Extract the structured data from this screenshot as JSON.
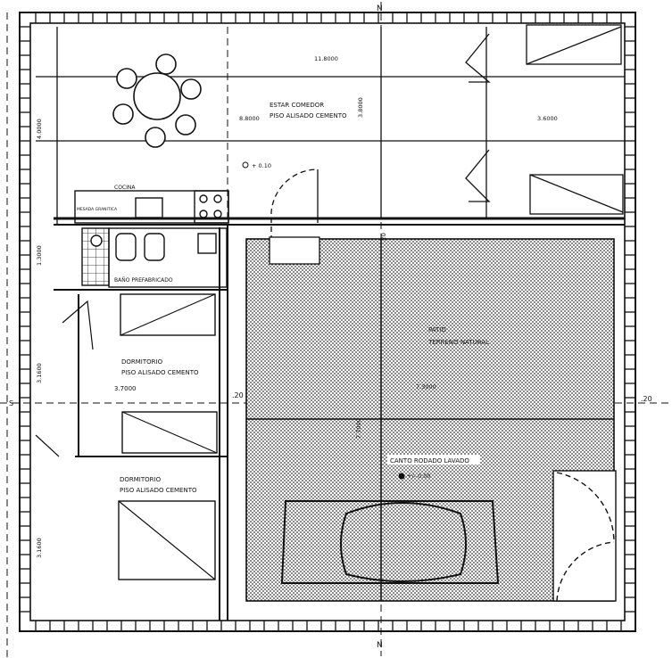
{
  "labels": {
    "living_name": "ESTAR COMEDOR",
    "living_floor": "PISO ALISADO CEMENTO",
    "cocina": "COCINA",
    "mesada": "MESADA GRANITICA",
    "bano": "BAÑO PREFABRICADO",
    "dorm1_name": "DORMITORIO",
    "dorm1_floor": "PISO ALISADO CEMENTO",
    "dorm2_name": "DORMITORIO",
    "dorm2_floor": "PISO ALISADO CEMENTO",
    "patio": "PATIO",
    "terreno": "TERRENO NATURAL",
    "canto": "CANTO RODADO LAVADO"
  },
  "dimensions": {
    "top_width": "11.8000",
    "living_left_width": "8.8000",
    "living_right_width": "3.6000",
    "living_height": "3.8000",
    "left_top_height": "4.0000",
    "left_mid_height": "1.3000",
    "left_dorm_height": "3.1600",
    "left_bottom_height": "3.1600",
    "dorm_width": "3.7000",
    "patio_width": "7.3000",
    "patio_height": "7.7000",
    "wall_right": ".20",
    "wall_left": ".20"
  },
  "levels": {
    "living": "+ 0.10",
    "patio": "+/- 0.00"
  },
  "axis_marks": {
    "top": "N",
    "bottom": "N",
    "left": "S",
    "patio_axis": "20"
  },
  "colors": {
    "ink": "#111111",
    "paper": "#ffffff",
    "patio_fill": "#c8c8c8"
  }
}
